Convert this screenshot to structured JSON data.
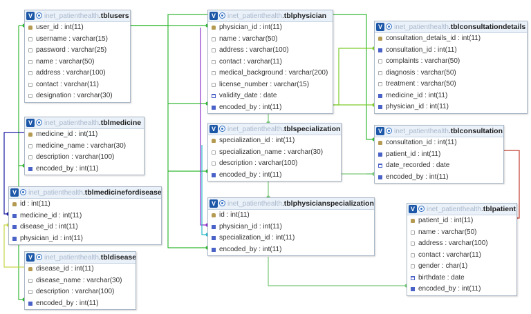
{
  "toggle_glyph": "V",
  "database": "inet_patienthealth",
  "tables": {
    "tblusers": {
      "name": "tblusers",
      "fields": [
        {
          "label": "user_id : int(11)",
          "icon": "key-icon"
        },
        {
          "label": "username : varchar(15)",
          "icon": "field-icon"
        },
        {
          "label": "password : varchar(25)",
          "icon": "field-icon"
        },
        {
          "label": "name : varchar(50)",
          "icon": "field-icon"
        },
        {
          "label": "address : varchar(100)",
          "icon": "field-icon"
        },
        {
          "label": "contact : varchar(11)",
          "icon": "field-icon"
        },
        {
          "label": "designation : varchar(30)",
          "icon": "field-icon"
        }
      ]
    },
    "tblphysician": {
      "name": "tblphysician",
      "fields": [
        {
          "label": "physician_id : int(11)",
          "icon": "key-icon"
        },
        {
          "label": "name : varchar(50)",
          "icon": "field-icon"
        },
        {
          "label": "address : varchar(100)",
          "icon": "field-icon"
        },
        {
          "label": "contact : varchar(11)",
          "icon": "field-icon"
        },
        {
          "label": "medical_background : varchar(200)",
          "icon": "field-icon"
        },
        {
          "label": "license_number : varchar(15)",
          "icon": "field-icon"
        },
        {
          "label": "validity_date : date",
          "icon": "date-icon"
        },
        {
          "label": "encoded_by : int(11)",
          "icon": "index-icon"
        }
      ]
    },
    "tblconsultationdetails": {
      "name": "tblconsultationdetails",
      "fields": [
        {
          "label": "consultation_details_id : int(11)",
          "icon": "key-icon"
        },
        {
          "label": "consultation_id : int(11)",
          "icon": "index-icon"
        },
        {
          "label": "complaints : varchar(50)",
          "icon": "field-icon"
        },
        {
          "label": "diagnosis : varchar(50)",
          "icon": "field-icon"
        },
        {
          "label": "treatment : varchar(50)",
          "icon": "field-icon"
        },
        {
          "label": "medicine_id : int(11)",
          "icon": "index-icon"
        },
        {
          "label": "physician_id : int(11)",
          "icon": "index-icon"
        }
      ]
    },
    "tblmedicine": {
      "name": "tblmedicine",
      "fields": [
        {
          "label": "medicine_id : int(11)",
          "icon": "key-icon"
        },
        {
          "label": "medicine_name : varchar(30)",
          "icon": "field-icon"
        },
        {
          "label": "description : varchar(100)",
          "icon": "field-icon"
        },
        {
          "label": "encoded_by : int(11)",
          "icon": "index-icon"
        }
      ]
    },
    "tblspecialization": {
      "name": "tblspecialization",
      "fields": [
        {
          "label": "specialization_id : int(11)",
          "icon": "key-icon"
        },
        {
          "label": "specialization_name : varchar(30)",
          "icon": "field-icon"
        },
        {
          "label": "description : varchar(100)",
          "icon": "field-icon"
        },
        {
          "label": "encoded_by : int(11)",
          "icon": "index-icon"
        }
      ]
    },
    "tblconsultation": {
      "name": "tblconsultation",
      "fields": [
        {
          "label": "consultation_id : int(11)",
          "icon": "key-icon"
        },
        {
          "label": "patient_id : int(11)",
          "icon": "index-icon"
        },
        {
          "label": "date_recorded : date",
          "icon": "date-icon"
        },
        {
          "label": "encoded_by : int(11)",
          "icon": "index-icon"
        }
      ]
    },
    "tblmedicinefordisease": {
      "name": "tblmedicinefordisease",
      "fields": [
        {
          "label": "id : int(11)",
          "icon": "key-icon"
        },
        {
          "label": "medicine_id : int(11)",
          "icon": "index-icon"
        },
        {
          "label": "disease_id : int(11)",
          "icon": "index-icon"
        },
        {
          "label": "physician_id : int(11)",
          "icon": "index-icon"
        }
      ]
    },
    "tblphysicianspecialization": {
      "name": "tblphysicianspecialization",
      "fields": [
        {
          "label": "id : int(11)",
          "icon": "key-icon"
        },
        {
          "label": "physician_id : int(11)",
          "icon": "index-icon"
        },
        {
          "label": "specialization_id : int(11)",
          "icon": "index-icon"
        },
        {
          "label": "encoded_by : int(11)",
          "icon": "index-icon"
        }
      ]
    },
    "tblpatient": {
      "name": "tblpatient",
      "fields": [
        {
          "label": "patient_id : int(11)",
          "icon": "key-icon"
        },
        {
          "label": "name : varchar(50)",
          "icon": "field-icon"
        },
        {
          "label": "address : varchar(100)",
          "icon": "field-icon"
        },
        {
          "label": "contact : varchar(11)",
          "icon": "field-icon"
        },
        {
          "label": "gender : char(1)",
          "icon": "field-icon"
        },
        {
          "label": "birthdate : date",
          "icon": "date-icon"
        },
        {
          "label": "encoded_by : int(11)",
          "icon": "index-icon"
        }
      ]
    },
    "tbldisease": {
      "name": "tbldisease",
      "fields": [
        {
          "label": "disease_id : int(11)",
          "icon": "key-icon"
        },
        {
          "label": "disease_name : varchar(30)",
          "icon": "field-icon"
        },
        {
          "label": "description : varchar(100)",
          "icon": "field-icon"
        },
        {
          "label": "encoded_by : int(11)",
          "icon": "index-icon"
        }
      ]
    }
  },
  "relation_colors": {
    "users_green": "#33b833",
    "physician_light_green": "#7ccc2a",
    "medicine_navy": "#1a1aa3",
    "disease_olive": "#c8d64a",
    "patient_red": "#c0392b",
    "physician_cyan": "#2bb8c9",
    "specialization_sage": "#79c779",
    "physician_purple": "#8b2fc9"
  }
}
